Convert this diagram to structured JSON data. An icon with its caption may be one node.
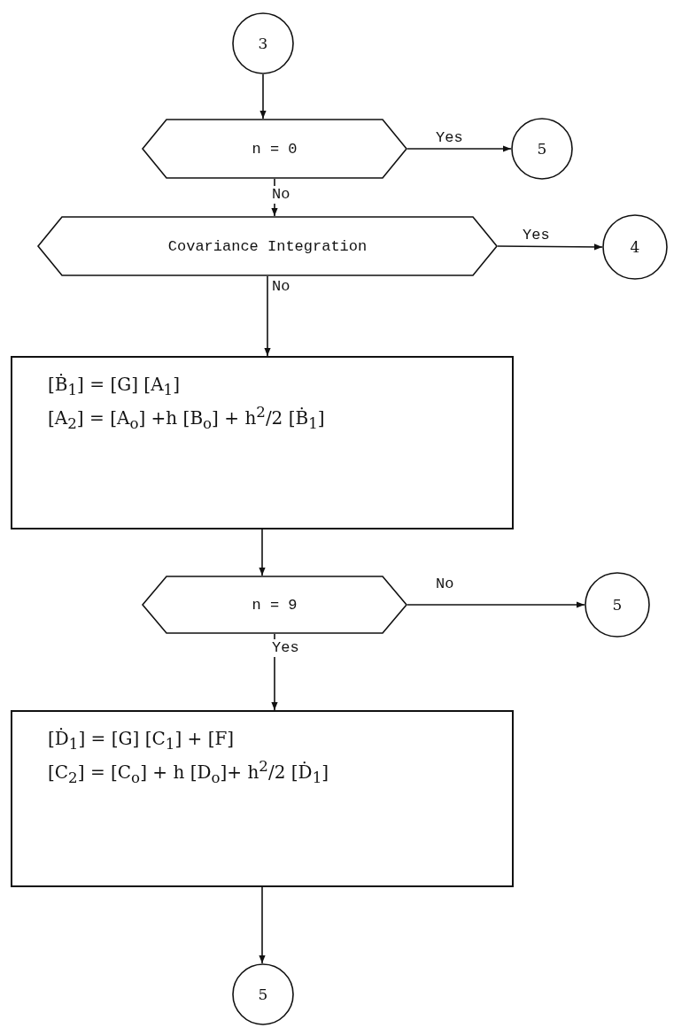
{
  "diagram": {
    "nodes": [
      {
        "text": [
          "3"
        ]
      },
      {
        "text": [
          "n = 0"
        ]
      },
      {
        "text": [
          "5"
        ]
      },
      {
        "text": [
          "Covariance Integration"
        ]
      },
      {
        "text": [
          "4"
        ]
      },
      {
        "text": [
          "[Ḃ$_{1}$] = [G] [A$_{1}$]",
          "[A$_{2}$] = [A$_{o}$] +h [B$_{o}$] + h$^{2}$/2 [Ḃ$_{1}$]"
        ]
      },
      {
        "text": [
          "n = 9"
        ]
      },
      {
        "text": [
          "5"
        ]
      },
      {
        "text": [
          "[Ḋ$_{1}$] = [G] [C$_{1}$] + [F]",
          "[C$_{2}$] = [C$_{o}$] + h [D$_{o}$]+ h$^{2}$/2 [Ḋ$_{1}$]"
        ]
      },
      {
        "text": [
          "5"
        ]
      }
    ],
    "edges": [
      {
        "from": 0,
        "to": 1,
        "arrow": "to"
      },
      {
        "from": 1,
        "to": 2,
        "arrow": "to",
        "label": "Yes"
      },
      {
        "from": 1,
        "to": 3,
        "arrow": "to",
        "label": "No"
      },
      {
        "from": 3,
        "to": 4,
        "arrow": "to",
        "label": "Yes"
      },
      {
        "from": 3,
        "to": 5,
        "arrow": "to",
        "label": "No"
      },
      {
        "from": 5,
        "to": 6,
        "arrow": "to"
      },
      {
        "from": 6,
        "to": 7,
        "arrow": "to",
        "label": "No"
      },
      {
        "from": 6,
        "to": 8,
        "arrow": "to",
        "label": "Yes"
      },
      {
        "from": 8,
        "to": 9,
        "arrow": "to"
      }
    ]
  }
}
